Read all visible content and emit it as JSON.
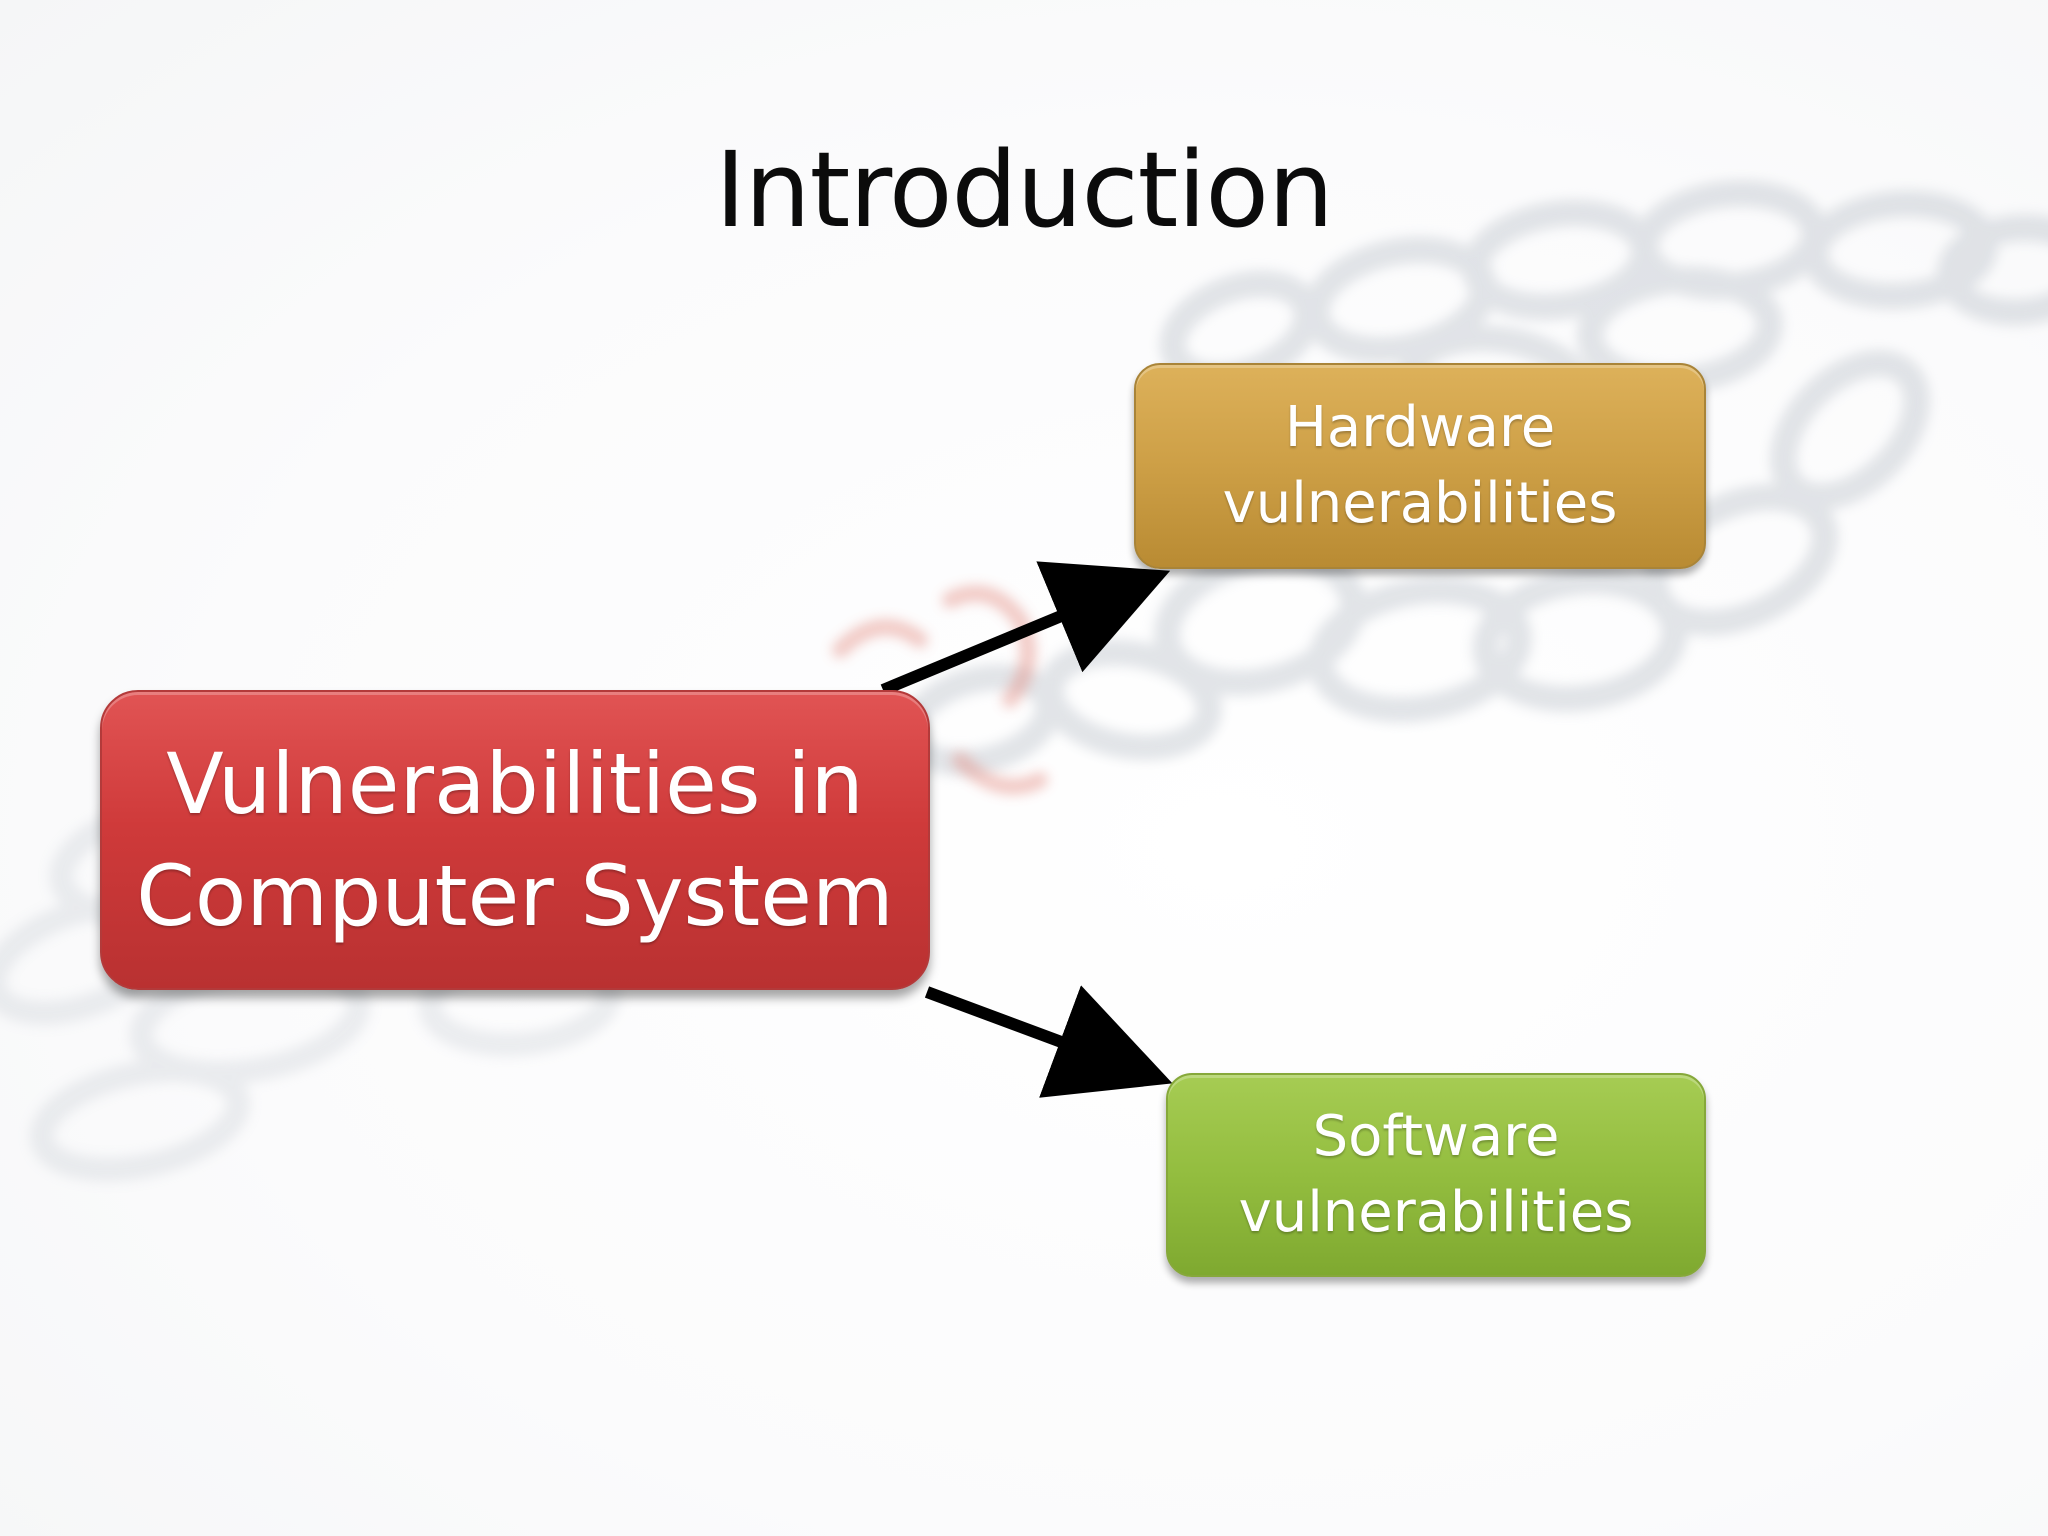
{
  "slide": {
    "title": "Introduction",
    "root": {
      "label": "Vulnerabilities in Computer System"
    },
    "children": [
      {
        "label": "Hardware vulnerabilities",
        "color": "#cf9f46"
      },
      {
        "label": "Software vulnerabilities",
        "color": "#93bd3f"
      }
    ],
    "root_color": "#cf3a3a"
  }
}
